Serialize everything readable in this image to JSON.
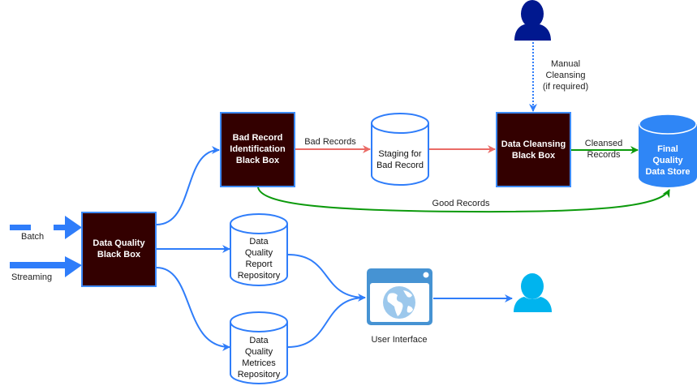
{
  "colors": {
    "blue": "#2f7dfa",
    "red": "#ea6b66",
    "green": "#0c9a0c",
    "box_fill": "#330000",
    "box_stroke": "#3d8bfd",
    "final_store_fill": "#2f86f6",
    "manual_user": "#00188f",
    "end_user": "#00b4ee",
    "ui_icon": "#4693d3"
  },
  "inputs": {
    "batch": "Batch",
    "streaming": "Streaming"
  },
  "boxes": {
    "dq_black_box": [
      "Data Quality",
      "Black Box"
    ],
    "bad_record_box": [
      "Bad Record",
      "Identification",
      "Black Box"
    ],
    "cleansing_box": [
      "Data Cleansing",
      "Black Box"
    ]
  },
  "stores": {
    "staging": [
      "Staging for",
      "Bad Record"
    ],
    "final": [
      "Final",
      "Quality",
      "Data Store"
    ],
    "report_repo": [
      "Data",
      "Quality",
      "Report",
      "Repository"
    ],
    "metrics_repo": [
      "Data",
      "Quality",
      "Metrices",
      "Repository"
    ]
  },
  "edges": {
    "bad_records": "Bad Records",
    "cleansed": [
      "Cleansed",
      "Records"
    ],
    "good_records": "Good Records",
    "manual": [
      "Manual",
      "Cleansing",
      "(if required)"
    ]
  },
  "icons": {
    "ui_label": "User Interface",
    "manual_user": "user-icon",
    "end_user": "user-icon",
    "ui": "browser-globe-icon"
  }
}
